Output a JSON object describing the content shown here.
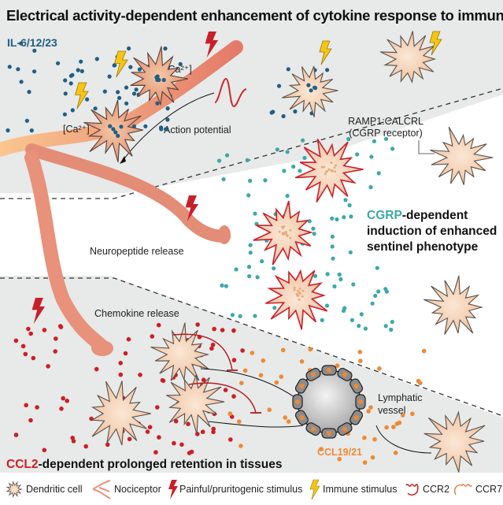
{
  "title": "Electrical activity-dependent enhancement of cytokine response to immune stimuli",
  "panels": {
    "top": {
      "cytokine_label": "IL-6/12/23",
      "calcium_label": "[Ca²⁺]",
      "action_potential_label": "Action potential"
    },
    "middle": {
      "receptor_label_line1": "RAMP1:CALCRL",
      "receptor_label_line2": "(CGRP receptor)",
      "release_label": "Neuropeptide release",
      "heading_highlight": "CGRP",
      "heading_rest": "-dependent",
      "heading_line2": "induction of enhanced",
      "heading_line3": "sentinel phenotype"
    },
    "bottom": {
      "release_label": "Chemokine release",
      "vessel_label_line1": "Lymphatic",
      "vessel_label_line2": "vessel",
      "chemokine_label": "CCL19/21",
      "heading_highlight": "CCL2",
      "heading_rest": "-dependent prolonged retention in tissues"
    }
  },
  "legend": [
    {
      "icon": "dendritic-cell-icon",
      "label": "Dendritic cell"
    },
    {
      "icon": "nociceptor-icon",
      "label": "Nociceptor"
    },
    {
      "icon": "red-lightning-icon",
      "label": "Painful/pruritogenic stimulus"
    },
    {
      "icon": "yellow-lightning-icon",
      "label": "Immune stimulus"
    },
    {
      "icon": "ccr2-icon",
      "label": "CCR2"
    },
    {
      "icon": "ccr7-icon",
      "label": "CCR7"
    }
  ],
  "colors": {
    "cytokine": "#1f5f85",
    "cgrp": "#3aa9a8",
    "ccl2": "#cc1f24",
    "ccl19": "#ee8a35",
    "panel_gray": "#e8e9e9",
    "cell_fill": "#f3cfb2",
    "nerve": "#e8907a",
    "lightning_red": "#c8202a",
    "lightning_yellow": "#f6c514"
  }
}
